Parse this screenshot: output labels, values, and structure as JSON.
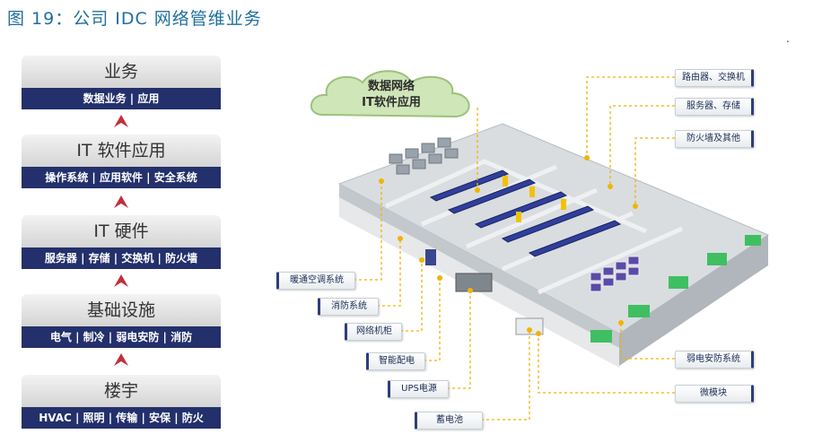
{
  "figure_title": "图 19：公司 IDC 网络管维业务",
  "corner_mark": ".",
  "stack": [
    {
      "title": "业务",
      "subtitle": "数据业务 | 应用"
    },
    {
      "title": "IT 软件应用",
      "subtitle": "操作系统 | 应用软件 | 安全系统"
    },
    {
      "title": "IT 硬件",
      "subtitle": "服务器 | 存储 | 交换机 | 防火墙"
    },
    {
      "title": "基础设施",
      "subtitle": "电气 | 制冷 | 弱电安防 | 消防"
    },
    {
      "title": "楼宇",
      "subtitle": "HVAC | 照明 | 传输 | 安保 | 防火"
    }
  ],
  "cloud": {
    "line1": "数据网络",
    "line2": "IT软件应用"
  },
  "right_labels": {
    "router": "路由器、交换机",
    "server": "服务器、存储",
    "firewall": "防火墙及其他",
    "security": "弱电安防系统",
    "module": "微模块"
  },
  "left_labels": {
    "hvac": "暖通空调系统",
    "fire": "消防系统",
    "cabinet": "网络机柜",
    "power": "智能配电",
    "ups": "UPS电源",
    "battery": "蓄电池"
  },
  "colors": {
    "bar": "#23306b",
    "arrow": "#c0303b",
    "leader": "#f2b400",
    "cloud": "#cfe6b8"
  }
}
